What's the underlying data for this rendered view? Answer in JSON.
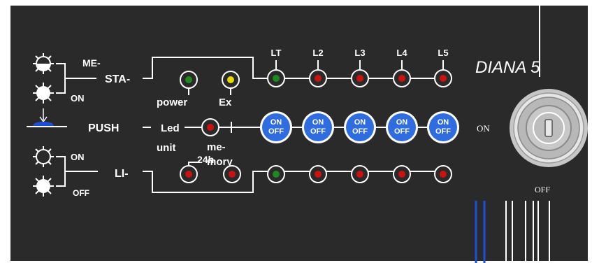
{
  "colors": {
    "panel": "#2a2a2a",
    "led_red": "#cc1111",
    "led_green": "#1e8a1e",
    "led_yellow": "#e8d800",
    "button_blue": "#2f6ce0",
    "indicator_blue": "#1f4fd8",
    "key_gray": "#c6c6c6"
  },
  "legend": {
    "me": "ME-",
    "sta": "STA-",
    "on_top": "ON",
    "push": "PUSH",
    "on_lower": "ON",
    "li": "LI-",
    "off": "OFF"
  },
  "status_leds": {
    "power": {
      "label": "power",
      "state": "green"
    },
    "ex": {
      "label": "Ex",
      "state": "yellow"
    }
  },
  "led_unit": {
    "led": "Led",
    "unit": "unit",
    "memory": "me-\nmory",
    "h24": "24h"
  },
  "channels": [
    "LT",
    "L2",
    "L3",
    "L4",
    "L5"
  ],
  "top_row": [
    "green",
    "red",
    "red",
    "red",
    "red"
  ],
  "bottom_row": [
    "green",
    "red",
    "red",
    "red",
    "red"
  ],
  "buttons": [
    {
      "on": "ON",
      "off": "OFF"
    },
    {
      "on": "ON",
      "off": "OFF"
    },
    {
      "on": "ON",
      "off": "OFF"
    },
    {
      "on": "ON",
      "off": "OFF"
    },
    {
      "on": "ON",
      "off": "OFF"
    }
  ],
  "brand": "DIANA 5",
  "key": {
    "on": "ON",
    "off": "OFF"
  }
}
